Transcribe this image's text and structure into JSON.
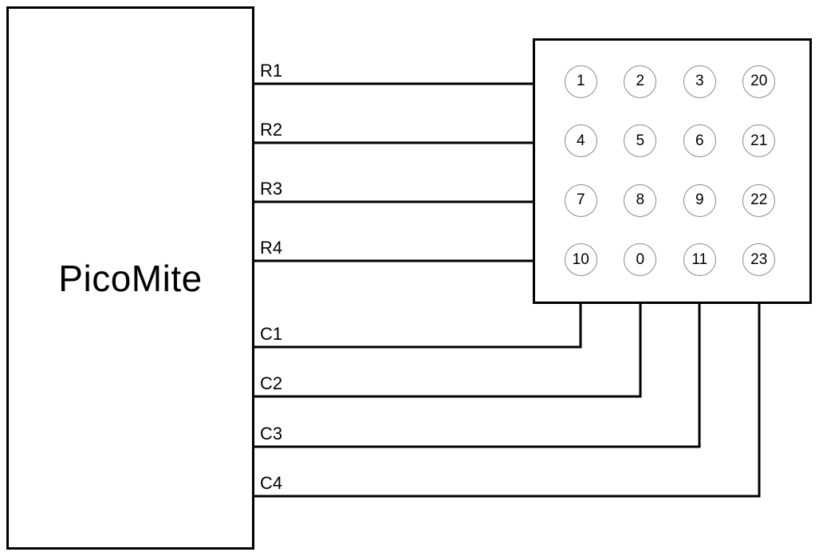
{
  "controller": {
    "label": "PicoMite"
  },
  "wires": {
    "rows": [
      {
        "label": "R1"
      },
      {
        "label": "R2"
      },
      {
        "label": "R3"
      },
      {
        "label": "R4"
      }
    ],
    "cols": [
      {
        "label": "C1"
      },
      {
        "label": "C2"
      },
      {
        "label": "C3"
      },
      {
        "label": "C4"
      }
    ]
  },
  "keypad": {
    "buttons": [
      [
        "1",
        "2",
        "3",
        "20"
      ],
      [
        "4",
        "5",
        "6",
        "21"
      ],
      [
        "7",
        "8",
        "9",
        "22"
      ],
      [
        "10",
        "0",
        "11",
        "23"
      ]
    ]
  },
  "colors": {
    "wire": "#000000",
    "box_border": "#000000",
    "key_circle_border": "#8c8c8c",
    "background": "#ffffff"
  }
}
